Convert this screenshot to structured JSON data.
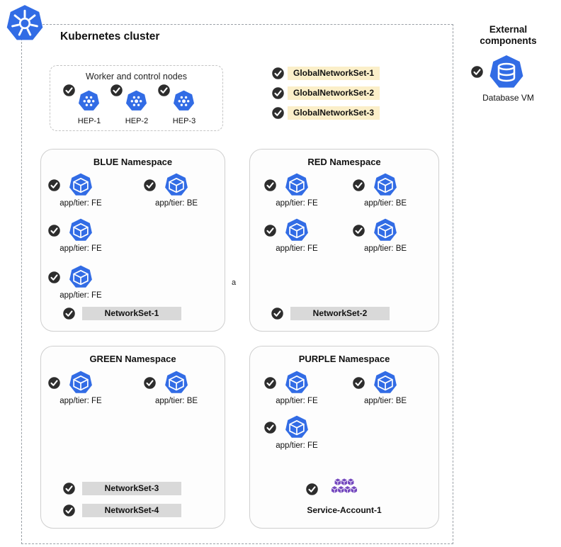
{
  "page": {
    "cluster_title": "Kubernetes cluster",
    "annotation": "a"
  },
  "worker_nodes": {
    "title": "Worker and control nodes",
    "items": [
      {
        "label": "HEP-1"
      },
      {
        "label": "HEP-2"
      },
      {
        "label": "HEP-3"
      }
    ]
  },
  "global_network_sets": {
    "items": [
      {
        "label": "GlobalNetworkSet-1"
      },
      {
        "label": "GlobalNetworkSet-2"
      },
      {
        "label": "GlobalNetworkSet-3"
      }
    ]
  },
  "namespaces": [
    {
      "title": "BLUE Namespace",
      "pods": [
        {
          "label": "app/tier: FE"
        },
        {
          "label": "app/tier: BE"
        },
        {
          "label": "app/tier: FE"
        },
        {
          "label": "app/tier: FE"
        }
      ],
      "network_sets": [
        {
          "label": "NetworkSet-1"
        }
      ]
    },
    {
      "title": "RED Namespace",
      "pods": [
        {
          "label": "app/tier: FE"
        },
        {
          "label": "app/tier: BE"
        },
        {
          "label": "app/tier: FE"
        },
        {
          "label": "app/tier: BE"
        }
      ],
      "network_sets": [
        {
          "label": "NetworkSet-2"
        }
      ]
    },
    {
      "title": "GREEN Namespace",
      "pods": [
        {
          "label": "app/tier: FE"
        },
        {
          "label": "app/tier: BE"
        }
      ],
      "network_sets": [
        {
          "label": "NetworkSet-3"
        },
        {
          "label": "NetworkSet-4"
        }
      ]
    },
    {
      "title": "PURPLE Namespace",
      "pods": [
        {
          "label": "app/tier: FE"
        },
        {
          "label": "app/tier: BE"
        },
        {
          "label": "app/tier: FE"
        }
      ],
      "service_account": {
        "label": "Service-Account-1"
      }
    }
  ],
  "external": {
    "title": "External components",
    "items": [
      {
        "label": "Database VM"
      }
    ]
  },
  "colors": {
    "kubernetes_blue": "#326CE5",
    "check_badge_dark": "#2D2D2D",
    "global_networkset_bg": "#FBEFC9",
    "networkset_bg": "#D9D9D9",
    "service_account_purple": "#7448BE"
  }
}
